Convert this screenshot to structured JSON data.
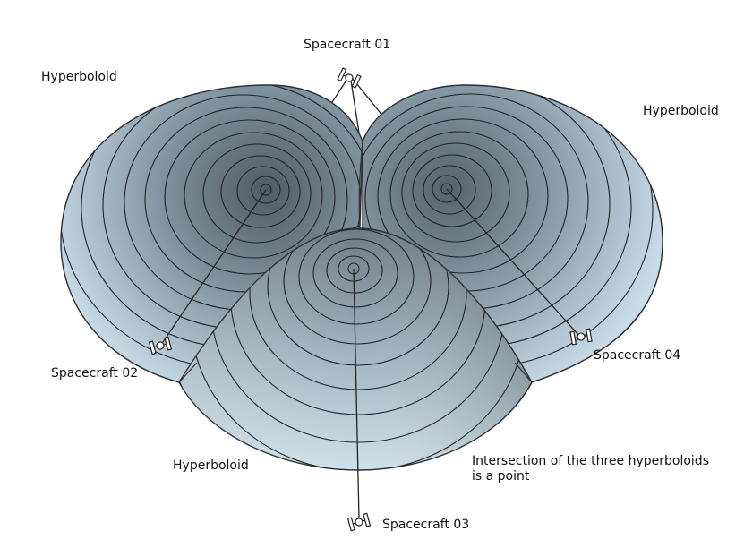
{
  "labels": {
    "spacecraft_01": "Spacecraft 01",
    "spacecraft_02": "Spacecraft 02",
    "spacecraft_03": "Spacecraft 03",
    "spacecraft_04": "Spacecraft 04",
    "hyperboloid_left": "Hyperboloid",
    "hyperboloid_right": "Hyperboloid",
    "hyperboloid_bottom": "Hyperboloid",
    "intersection_line1": "Intersection of the three hyperboloids",
    "intersection_line2": "is a point"
  },
  "colors": {
    "surface_light": "#cfe0ea",
    "surface_dark": "#5f6c76",
    "contour": "#2a2f33",
    "line": "#222222"
  }
}
